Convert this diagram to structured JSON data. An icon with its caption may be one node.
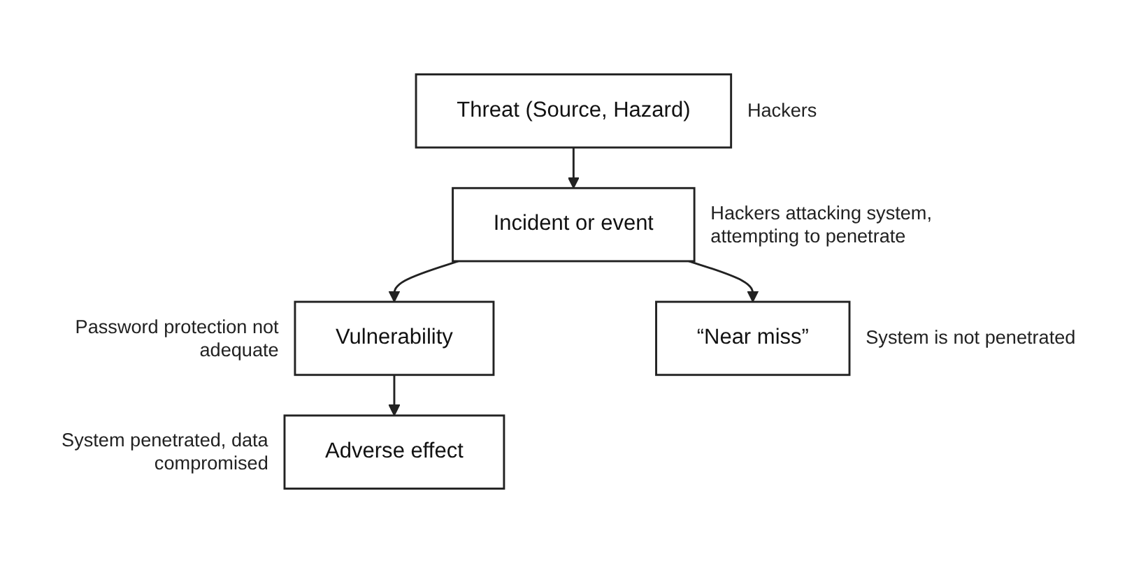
{
  "diagram": {
    "nodes": [
      {
        "text": [
          "Threat (Source, Hazard)"
        ],
        "beside": [
          "Hackers"
        ]
      },
      {
        "text": [
          "Incident or event"
        ],
        "beside": [
          "Hackers attacking system, attempting to penetrate"
        ]
      },
      {
        "text": [
          "Vulnerability"
        ],
        "beside": [
          "Password protection not adequate"
        ]
      },
      {
        "text": [
          "Adverse effect"
        ],
        "beside": [
          "System penetrated, data compromised"
        ]
      },
      {
        "text": [
          "“Near miss”"
        ],
        "beside": [
          "System is not penetrated"
        ]
      }
    ],
    "edges": [
      {
        "from": 0,
        "to": 1,
        "arrow": "to"
      },
      {
        "from": 1,
        "to": 2,
        "arrow": "to"
      },
      {
        "from": 1,
        "to": 4,
        "arrow": "to"
      },
      {
        "from": 2,
        "to": 3,
        "arrow": "to"
      }
    ]
  }
}
